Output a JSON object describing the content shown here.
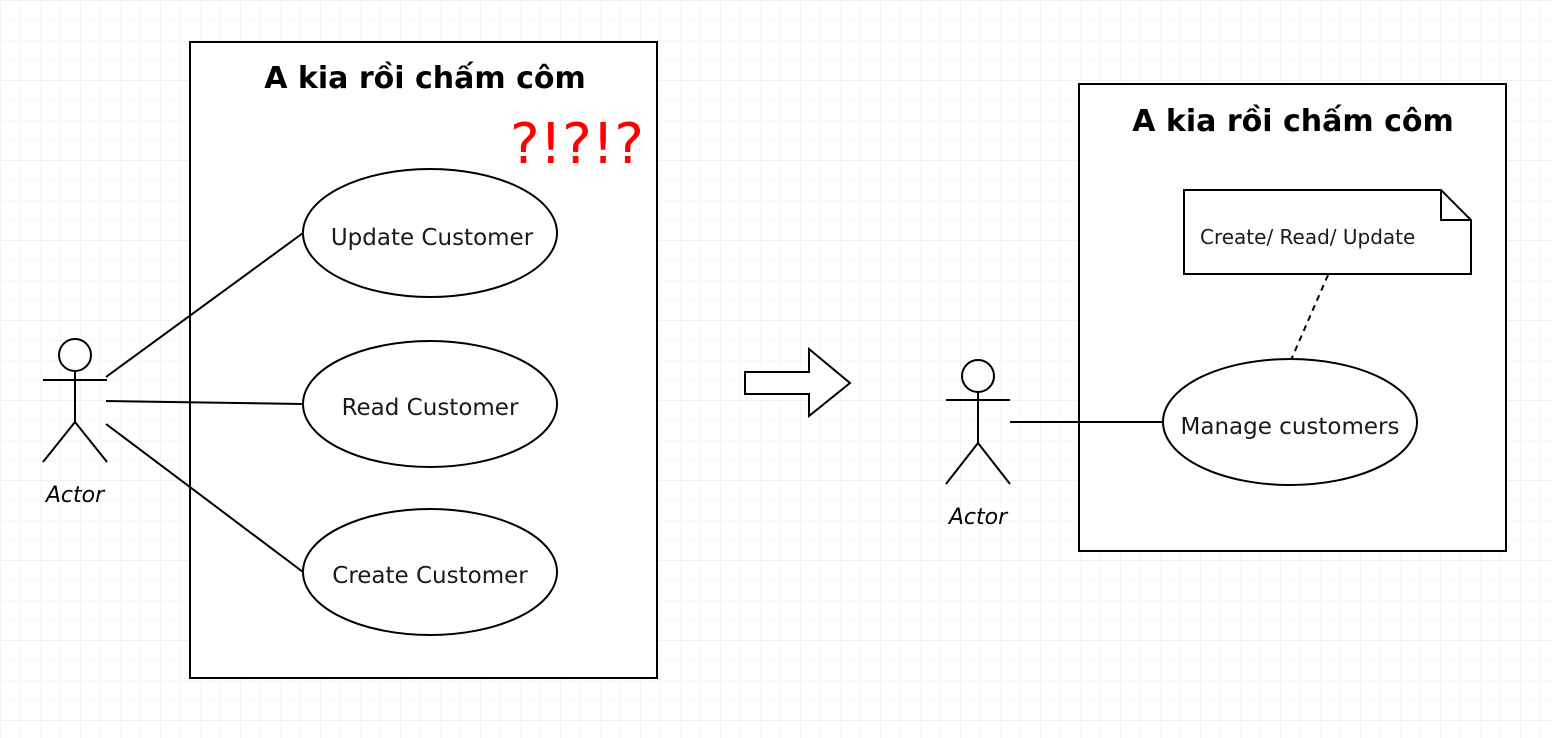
{
  "left_diagram": {
    "system_title": "A kia rồi chấm côm",
    "exclamation": "?!?!?",
    "actor_label": "Actor",
    "use_cases": [
      "Update Customer",
      "Read Customer",
      "Create Customer"
    ]
  },
  "right_diagram": {
    "system_title": "A kia rồi chấm côm",
    "actor_label": "Actor",
    "use_case": "Manage customers",
    "note": "Create/ Read/ Update"
  },
  "colors": {
    "exclamation": "#ff0000",
    "grid": "#ececec",
    "stroke": "#000000"
  }
}
